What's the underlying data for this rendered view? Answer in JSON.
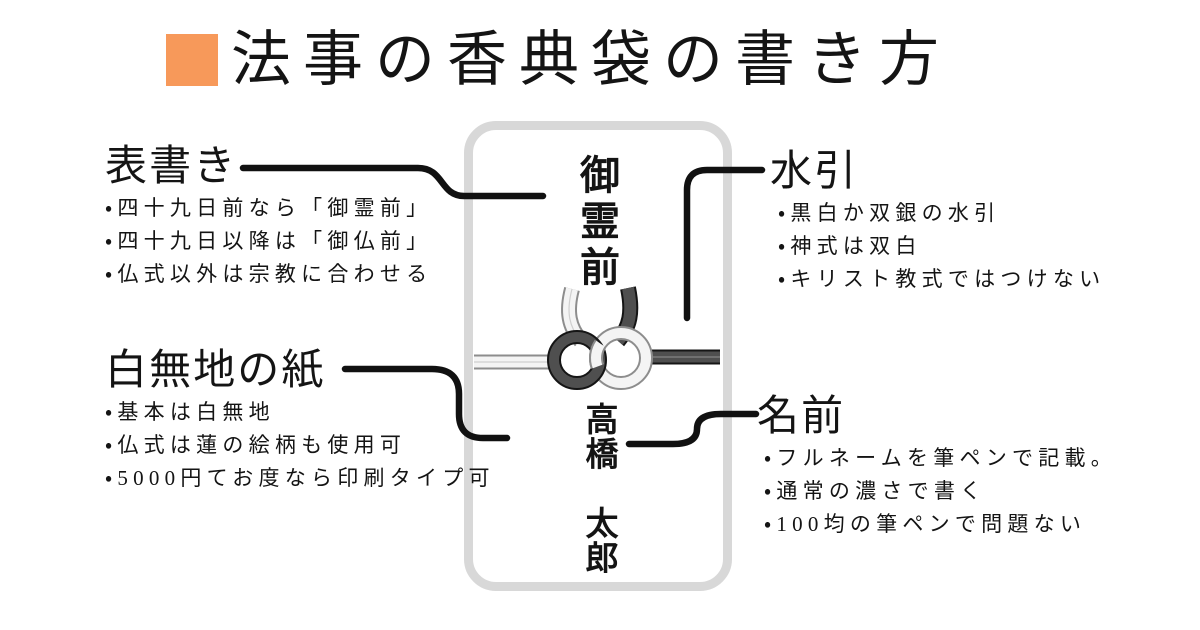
{
  "title": {
    "text": "法事の香典袋の書き方"
  },
  "colors": {
    "accent_orange": "#F7995A",
    "text": "#141414",
    "connector_line": "#111111",
    "envelope_border": "#d8d8d8",
    "cord_dark": "#4f4f4f",
    "cord_dark_outline": "#151515",
    "cord_light": "#f4f4f4",
    "cord_light_outline": "#8d8d8d"
  },
  "envelope": {
    "front_writing": "御霊前",
    "name": "高橋　太郎"
  },
  "sections": {
    "omotegaki": {
      "heading": "表書き",
      "bullets": [
        "・四十九日前なら「御霊前」",
        "・四十九日以降は「御仏前」",
        "・仏式以外は宗教に合わせる"
      ]
    },
    "mizuhiki": {
      "heading": "水引",
      "bullets": [
        "・黒白か双銀の水引",
        "・神式は双白",
        "・キリスト教式ではつけない"
      ]
    },
    "shiromuji": {
      "heading": "白無地の紙",
      "bullets": [
        "・基本は白無地",
        "・仏式は蓮の絵柄も使用可",
        "・5000円てお度なら印刷タイプ可"
      ]
    },
    "namae": {
      "heading": "名前",
      "bullets": [
        "・フルネームを筆ペンで記載。",
        "・通常の濃さで書く",
        "・100均の筆ペンで問題ない"
      ]
    }
  }
}
